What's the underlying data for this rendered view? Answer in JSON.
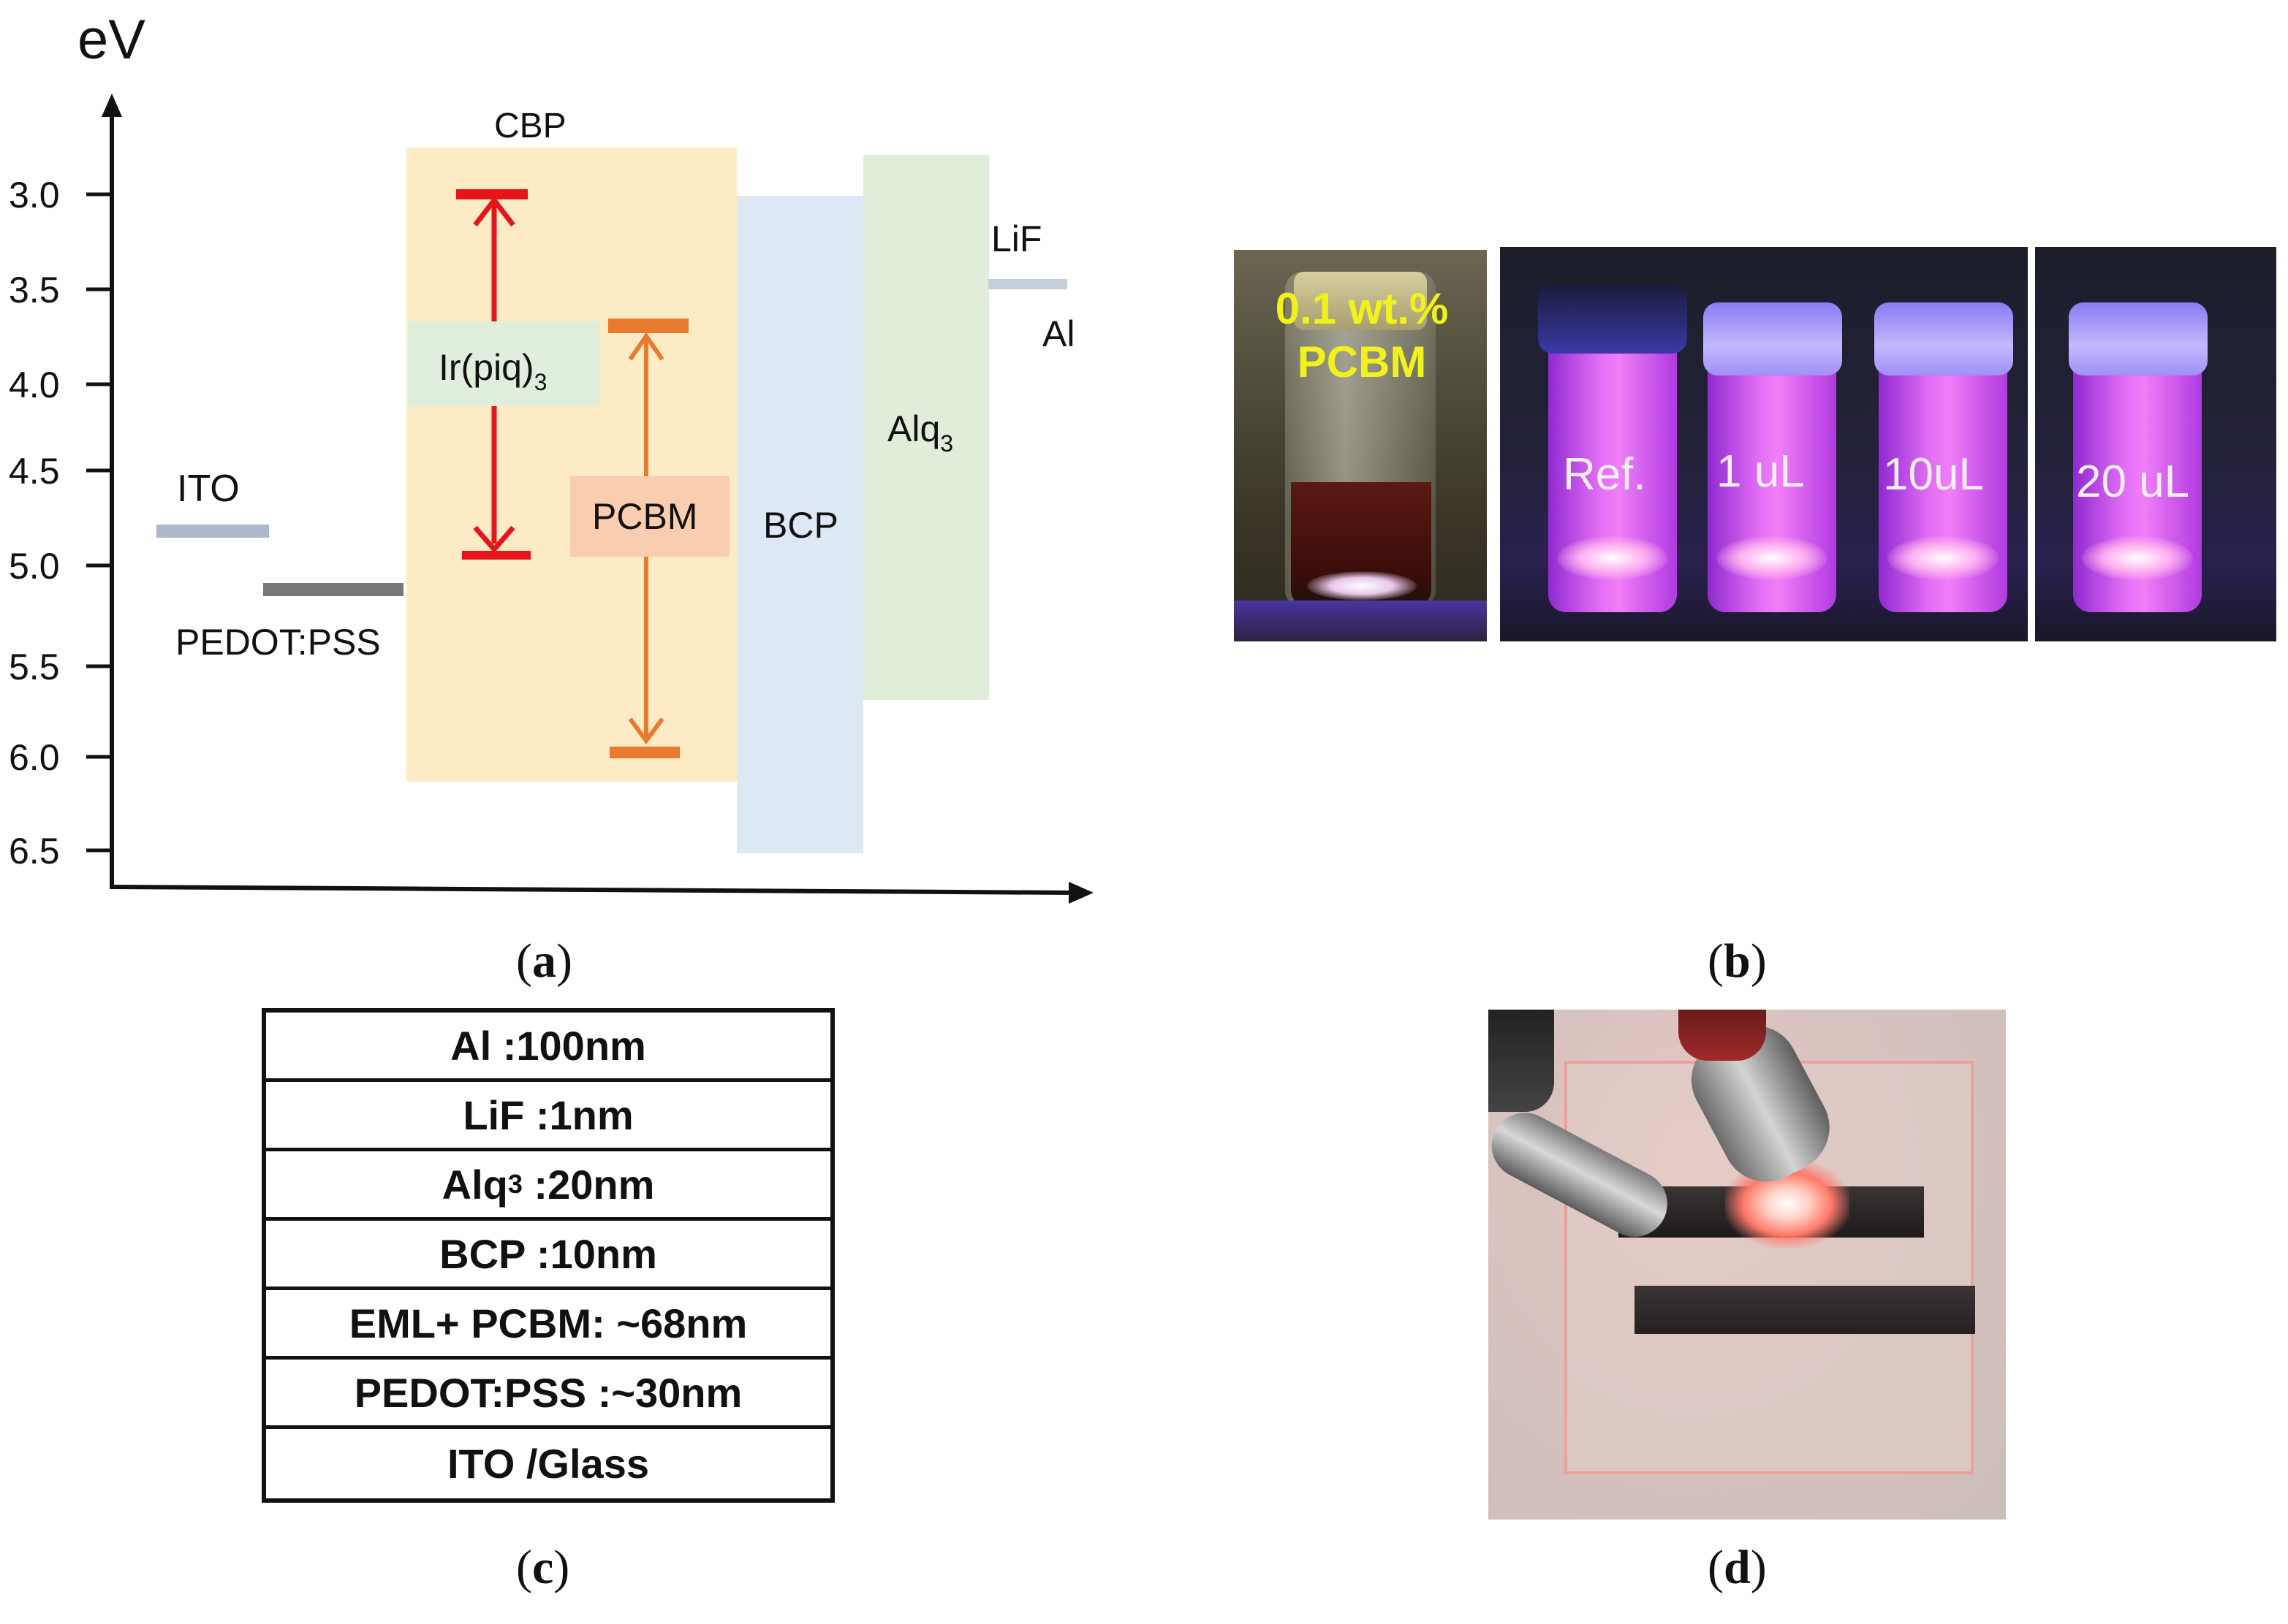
{
  "panel_a": {
    "label_open": "(",
    "label_letter": "a",
    "label_close": ")",
    "y_unit": "eV",
    "y_ticks": [
      "3.0",
      "3.5",
      "4.0",
      "4.5",
      "5.0",
      "5.5",
      "6.0",
      "6.5"
    ],
    "layers": {
      "ito": "ITO",
      "pedot": "PEDOT:PSS",
      "cbp": "CBP",
      "irpiq_main": "Ir(piq)",
      "irpiq_sub": "3",
      "pcbm": "PCBM",
      "bcp": "BCP",
      "alq_main": "Alq",
      "alq_sub": "3",
      "lif": "LiF",
      "al": "Al"
    },
    "colors": {
      "cbp_fill": "#fdebc6",
      "bcp_fill": "#dce8f4",
      "alq_fill": "#e0edd8",
      "irpiq_box": "#e0efdc",
      "pcbm_box": "#f8cdb0",
      "irpiq_arrow": "#e8141c",
      "pcbm_arrow": "#e97a30",
      "ito_bar": "#adb9ca",
      "pedot_bar": "#777777",
      "lif_bar": "#c4cfdc"
    }
  },
  "panel_b": {
    "label_open": "(",
    "label_letter": "b",
    "label_close": ")",
    "solution_line1": "0.1 wt.%",
    "solution_line2": "PCBM",
    "vials": [
      "Ref.",
      "1 uL",
      "10uL",
      "20 uL"
    ]
  },
  "panel_c": {
    "label_open": "(",
    "label_letter": "c",
    "label_close": ")",
    "rows": [
      {
        "main": "Al :100nm",
        "sub": "",
        "rest": ""
      },
      {
        "main": "LiF :1nm",
        "sub": "",
        "rest": ""
      },
      {
        "main": "Alq",
        "sub": "3",
        "rest": " :20nm"
      },
      {
        "main": "BCP :10nm",
        "sub": "",
        "rest": ""
      },
      {
        "main": "EML+ PCBM: ~68nm",
        "sub": "",
        "rest": ""
      },
      {
        "main": "PEDOT:PSS :~30nm",
        "sub": "",
        "rest": ""
      },
      {
        "main": "ITO /Glass",
        "sub": "",
        "rest": ""
      }
    ]
  },
  "panel_d": {
    "label_open": "(",
    "label_letter": "d",
    "label_close": ")"
  }
}
